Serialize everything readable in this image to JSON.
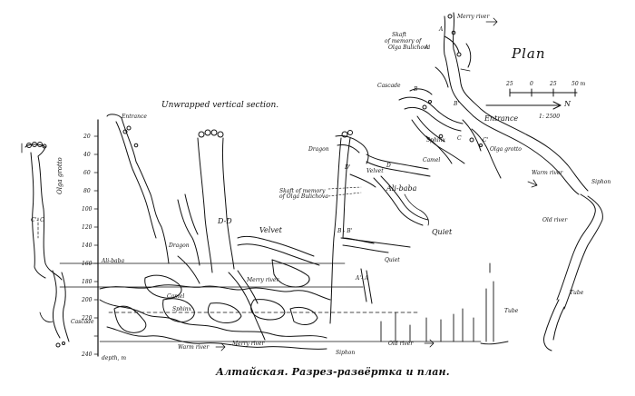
{
  "section": {
    "title": "Unwrapped vertical section.",
    "depth_label": "depth, m",
    "depth_ticks": [
      "20",
      "40",
      "60",
      "80",
      "100",
      "120",
      "140",
      "160",
      "180",
      "200",
      "220",
      "240"
    ]
  },
  "plan": {
    "title": "Plan",
    "scale_text": "1: 2500",
    "north": "N",
    "scale_ticks": [
      "25",
      "0",
      "25",
      "50 m"
    ]
  },
  "labels": {
    "entrance_section": "Entrance",
    "entrance_plan": "Entrance",
    "merry_river_plan": "Merry river",
    "skaft_plan": "Skaft",
    "of_memory_plan": "of memory of",
    "olga_plan": "Olga Bulichova",
    "cascade_plan": "Cascade",
    "sphinx_plan": "Sphinx",
    "camel_plan": "Camel",
    "olga_grotto_plan": "Olga grotto",
    "ali_baba_plan": "Ali-baba",
    "quiet_plan": "Quiet",
    "warm_river_plan": "Warm river",
    "siphon_plan": "Siphon",
    "old_river_plan": "Old river",
    "tube_plan": "Tube",
    "dragon_plan": "Dragon",
    "velvet_plan": "Velvet",
    "skaft_memory_mid": "Skaft of memory of Olga Bulichova",
    "olga_grotto_section": "Olga grotto",
    "cc_section": "C'- C",
    "ali_baba_section": "Ali-baba",
    "cascade_section": "Cascade",
    "dragon_section": "Dragon",
    "dd_section": "D-D",
    "velvet_section": "Velvet",
    "bb_section": "B - B'",
    "quiet_section": "Quiet",
    "aa_section": "A'- A",
    "camel_section": "Camel",
    "sphinx_section": "Sphinx",
    "merry_river_section": "Merry river",
    "warm_river_section": "Warm river",
    "tube_section": "Tube",
    "siphon_section": "Siphon",
    "old_river_section": "Old river",
    "letter_a": "A",
    "letter_a2": "A'",
    "letter_b": "B",
    "letter_c": "C",
    "letter_c2": "C'",
    "letter_d": "D",
    "letter_d2": "D'",
    "letter_b2": "B'"
  },
  "caption": "Алтайская. Разрез-развёртка и план."
}
